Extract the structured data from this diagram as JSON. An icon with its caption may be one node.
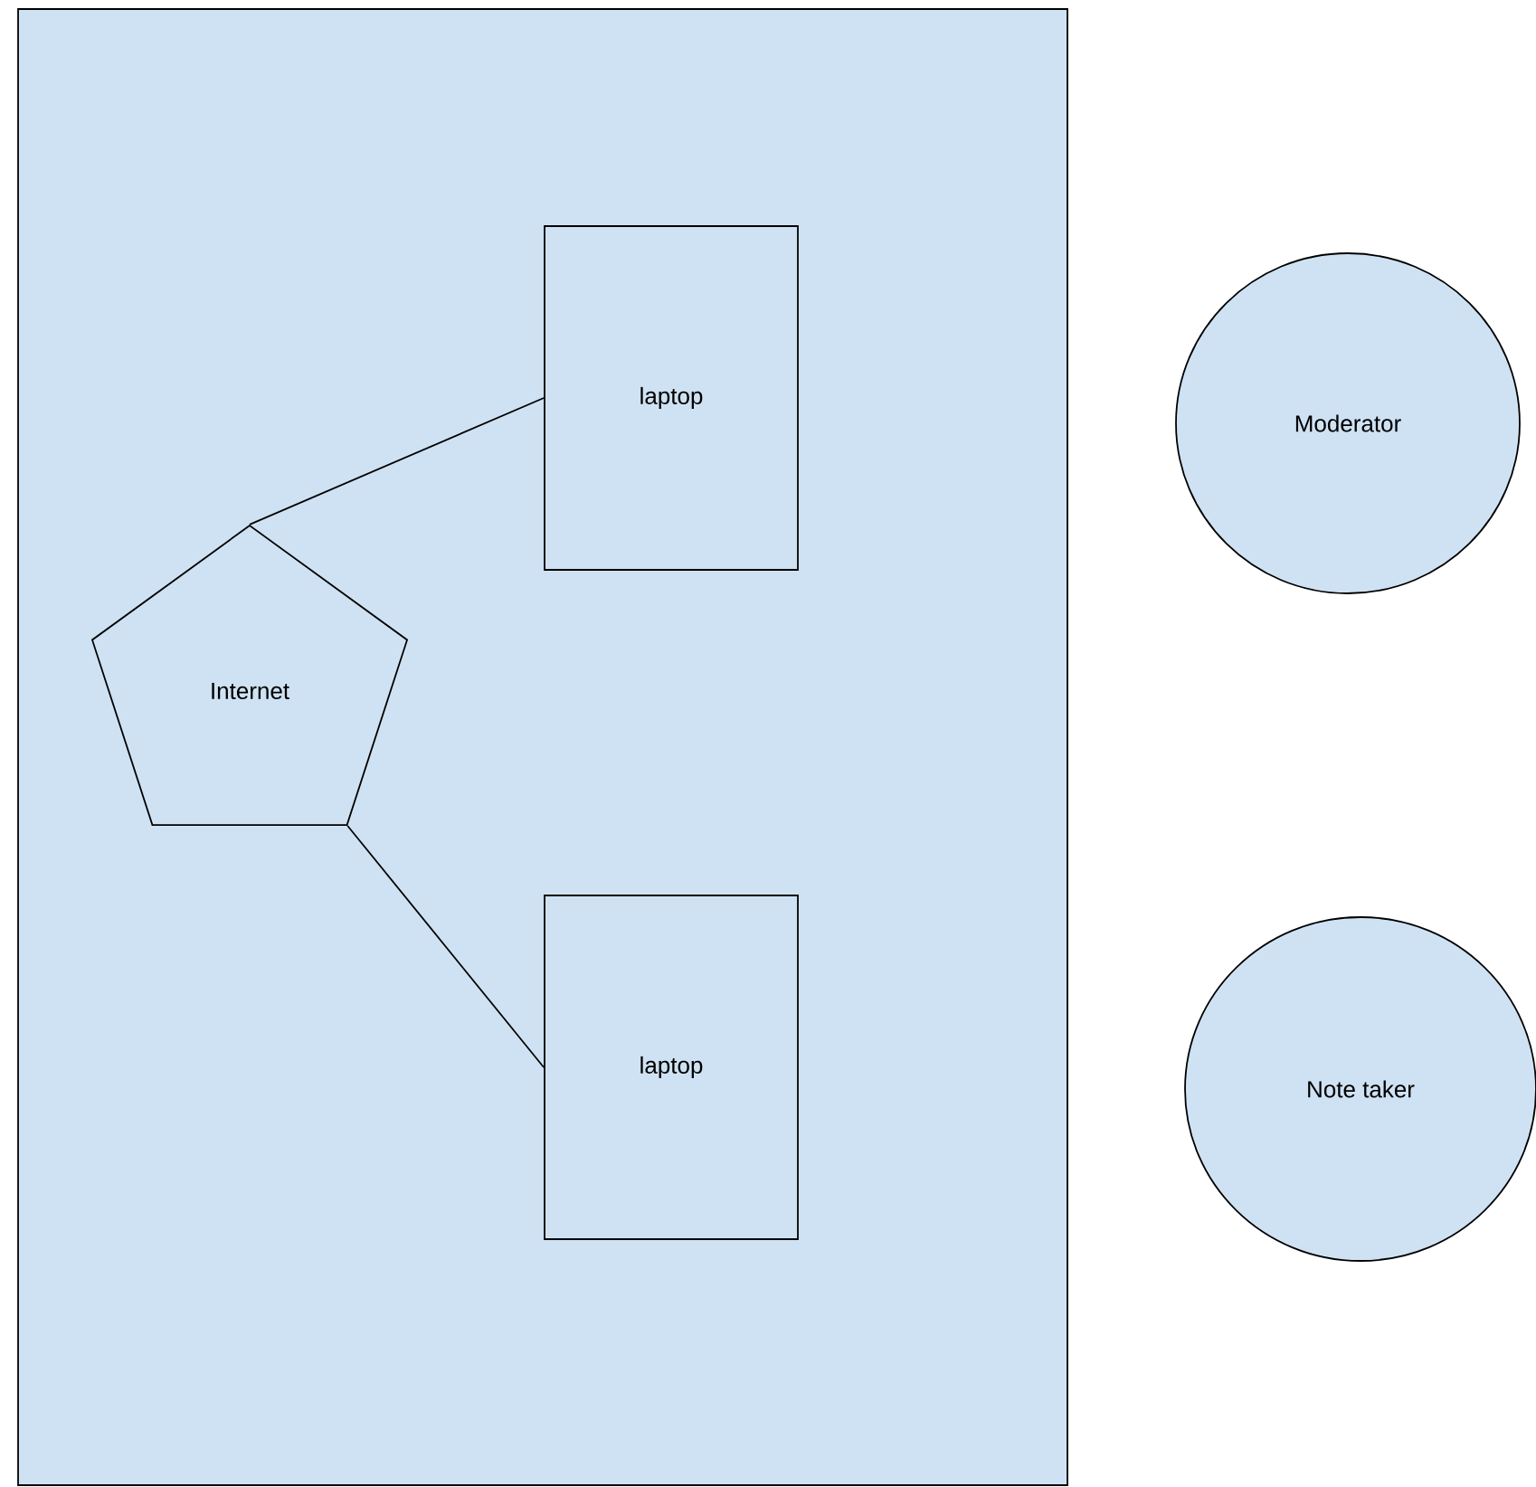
{
  "diagram": {
    "nodes": [
      {
        "text": [],
        "shape": "box"
      },
      {
        "text": [
          "laptop"
        ],
        "in": 0
      },
      {
        "text": [
          "Internet"
        ],
        "in": 0
      },
      {
        "text": [
          "laptop"
        ],
        "in": 0
      },
      {
        "text": [
          "Moderator"
        ]
      },
      {
        "text": [
          "Note taker"
        ]
      }
    ],
    "edges": [
      {
        "from": 2,
        "to": 1,
        "arrow": "none"
      },
      {
        "from": 2,
        "to": 3,
        "arrow": "none"
      }
    ]
  }
}
